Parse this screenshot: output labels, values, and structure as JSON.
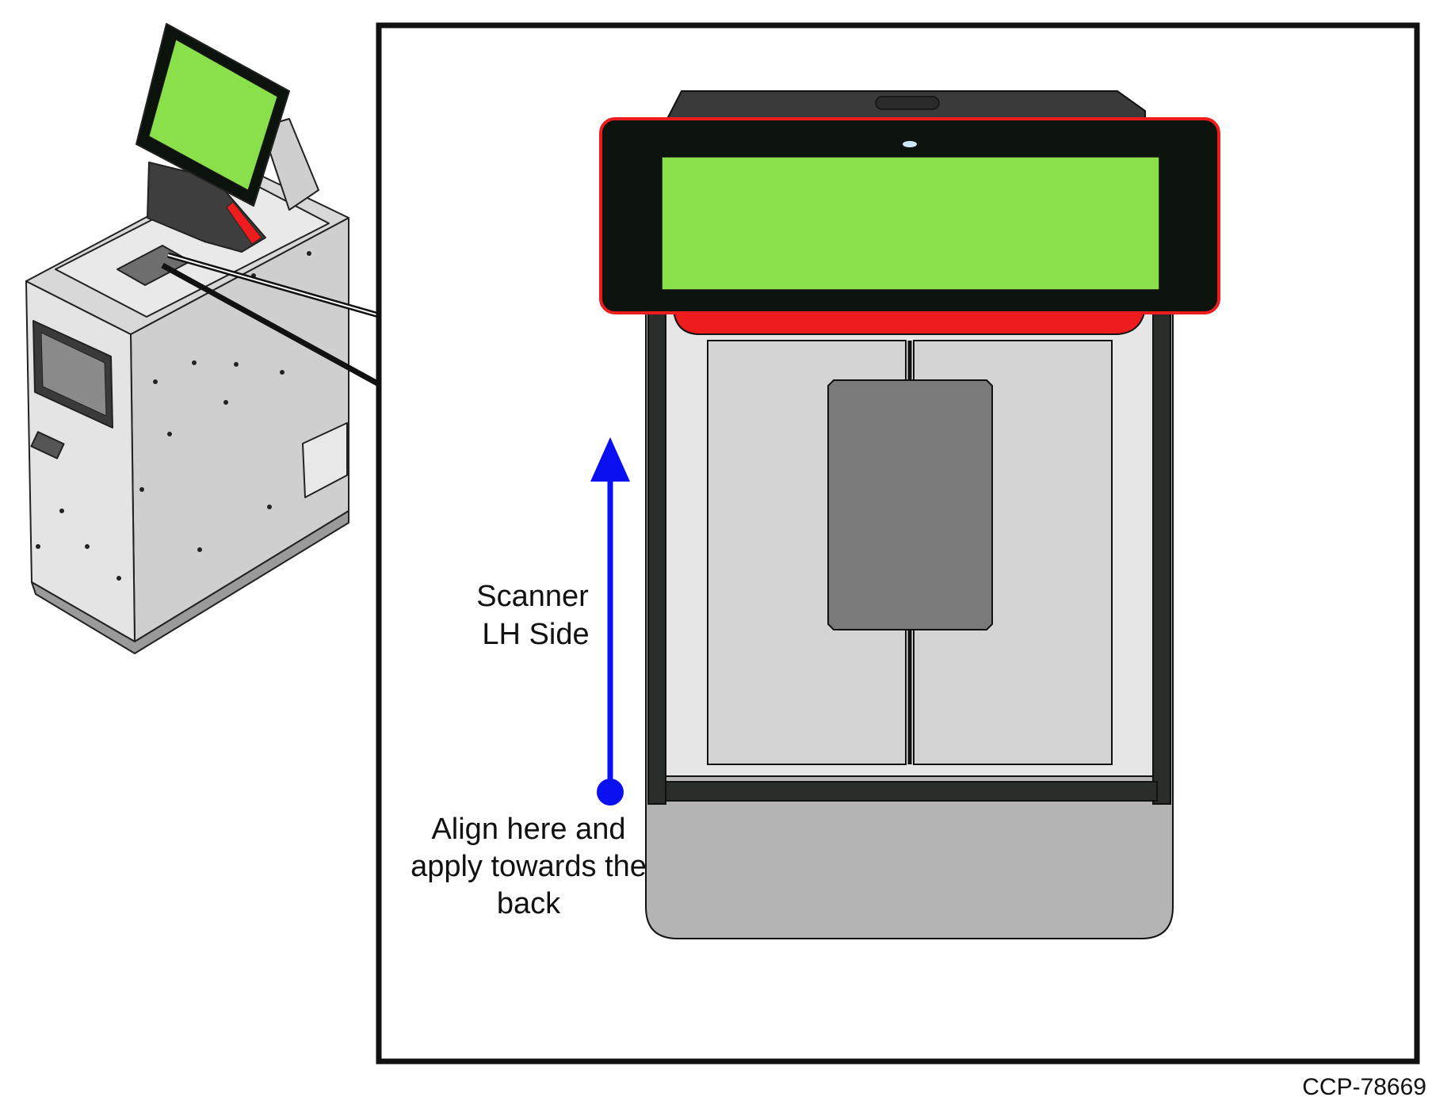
{
  "diagram": {
    "scanner_label": {
      "line1": "Scanner",
      "line2": "LH Side"
    },
    "align_label": {
      "line1": "Align here and",
      "line2": "apply towards the",
      "line3": "back"
    },
    "figure_id": "CCP-78669"
  },
  "colors": {
    "screen": "#8ae04b",
    "bezel": "#0c120c",
    "accent_red": "#ee1c1c",
    "arrow": "#0b10f0",
    "platter_light": "#d4d4d4",
    "platter_glass": "#7a7a7a",
    "lower_tray": "#b4b4b4",
    "kiosk_body": "#e1e1e1"
  }
}
